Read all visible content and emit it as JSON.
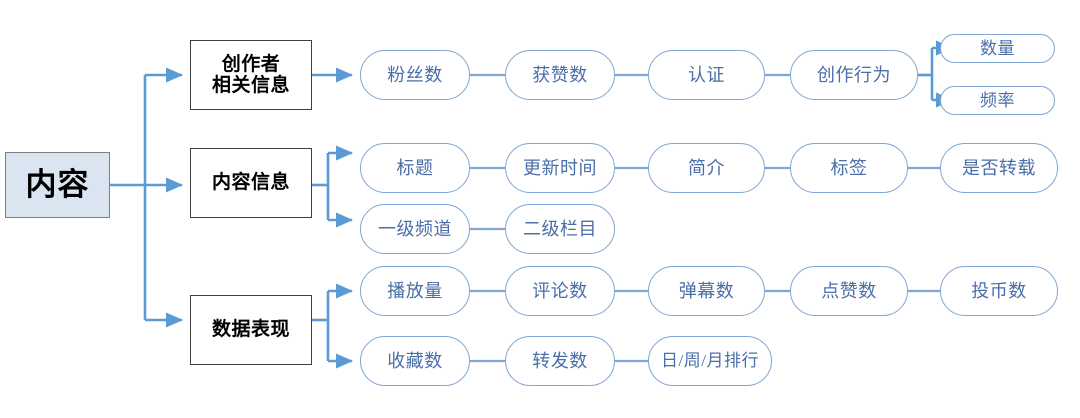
{
  "diagram": {
    "title": "内容",
    "type": "tree-mindmap",
    "root": {
      "label": "内容",
      "fill": "#dbe5f1",
      "stroke": "#7f7f7f"
    },
    "accent_color": "#7fa6d4",
    "pill_text_color": "#4a6ea9",
    "branches": [
      {
        "id": "creator",
        "label": "创作者\n相关信息",
        "rows": [
          {
            "id": "creator-row-1",
            "items": [
              {
                "label": "粉丝数"
              },
              {
                "label": "获赞数"
              },
              {
                "label": "认证"
              },
              {
                "label": "创作行为"
              }
            ]
          }
        ],
        "leaf_children": [
          {
            "label": "数量"
          },
          {
            "label": "频率"
          }
        ]
      },
      {
        "id": "content",
        "label": "内容信息",
        "rows": [
          {
            "id": "content-row-1",
            "items": [
              {
                "label": "标题"
              },
              {
                "label": "更新时间"
              },
              {
                "label": "简介"
              },
              {
                "label": "标签"
              },
              {
                "label": "是否转载"
              }
            ]
          },
          {
            "id": "content-row-2",
            "items": [
              {
                "label": "一级频道"
              },
              {
                "label": "二级栏目"
              }
            ]
          }
        ]
      },
      {
        "id": "performance",
        "label": "数据表现",
        "rows": [
          {
            "id": "performance-row-1",
            "items": [
              {
                "label": "播放量"
              },
              {
                "label": "评论数"
              },
              {
                "label": "弹幕数"
              },
              {
                "label": "点赞数"
              },
              {
                "label": "投币数"
              }
            ]
          },
          {
            "id": "performance-row-2",
            "items": [
              {
                "label": "收藏数"
              },
              {
                "label": "转发数"
              },
              {
                "label": "日/周/月排行"
              }
            ]
          }
        ]
      }
    ]
  }
}
